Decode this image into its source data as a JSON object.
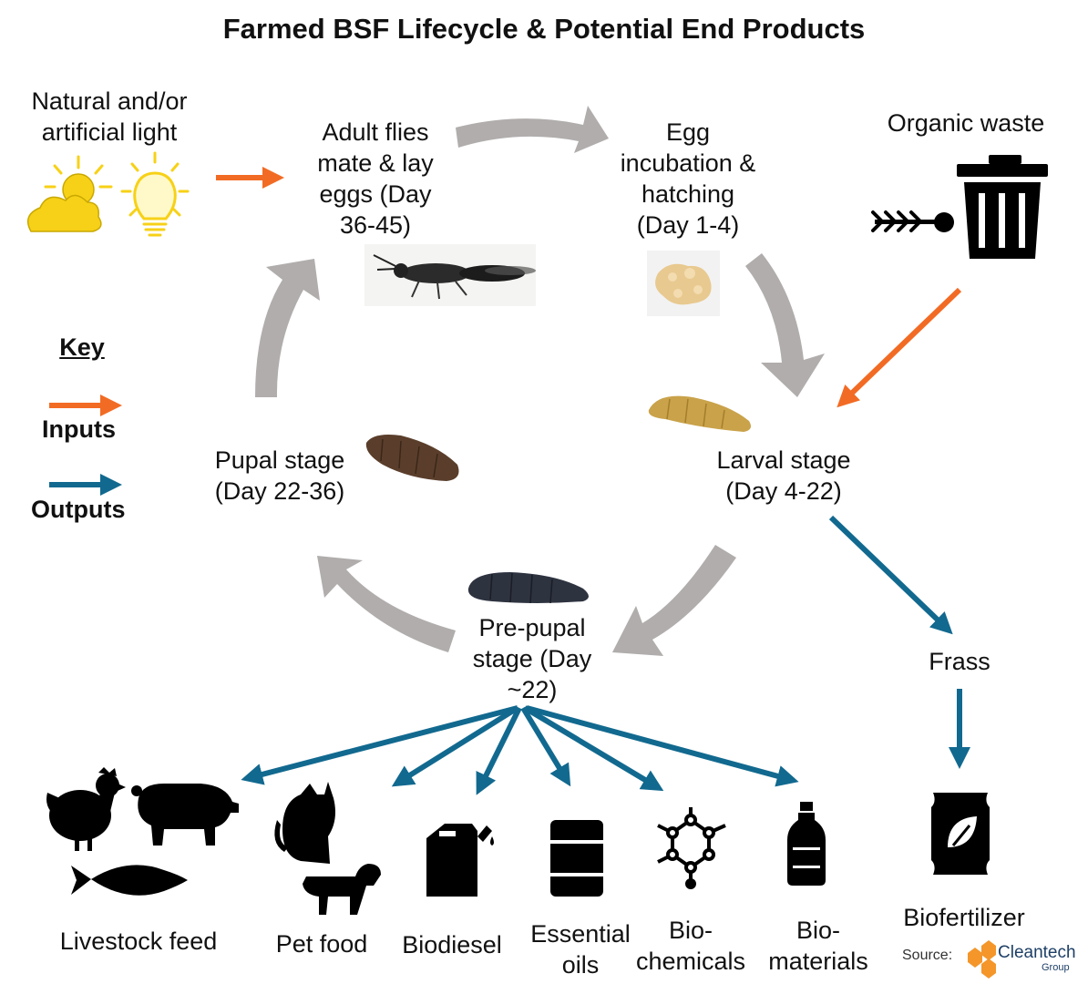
{
  "title": "Farmed BSF Lifecycle & Potential End Products",
  "stages": {
    "adult": [
      "Adult flies",
      "mate & lay",
      "eggs (Day",
      "36-45)"
    ],
    "egg": [
      "Egg",
      "incubation &",
      "hatching",
      "(Day 1-4)"
    ],
    "larval": [
      "Larval stage",
      "(Day 4-22)"
    ],
    "prepupal": [
      "Pre-pupal",
      "stage (Day",
      "~22)"
    ],
    "pupal": [
      "Pupal stage",
      "(Day 22-36)"
    ]
  },
  "inputs": {
    "light": [
      "Natural and/or",
      "artificial light"
    ],
    "waste": "Organic waste"
  },
  "key": {
    "heading": "Key",
    "inputs": "Inputs",
    "outputs": "Outputs"
  },
  "products": {
    "livestock": "Livestock feed",
    "pet": "Pet food",
    "biodiesel": "Biodiesel",
    "oils": [
      "Essential",
      "oils"
    ],
    "chemicals": [
      "Bio-",
      "chemicals"
    ],
    "materials": [
      "Bio-",
      "materials"
    ],
    "frass": "Frass",
    "biofertilizer": "Biofertilizer"
  },
  "source": {
    "label": "Source:",
    "brand": "Cleantech",
    "brand_sub": "Group"
  },
  "colors": {
    "input": "#f26b24",
    "output": "#12698f",
    "cycle": "#b0adac",
    "icon": "#000000",
    "sun": "#f7d117"
  }
}
